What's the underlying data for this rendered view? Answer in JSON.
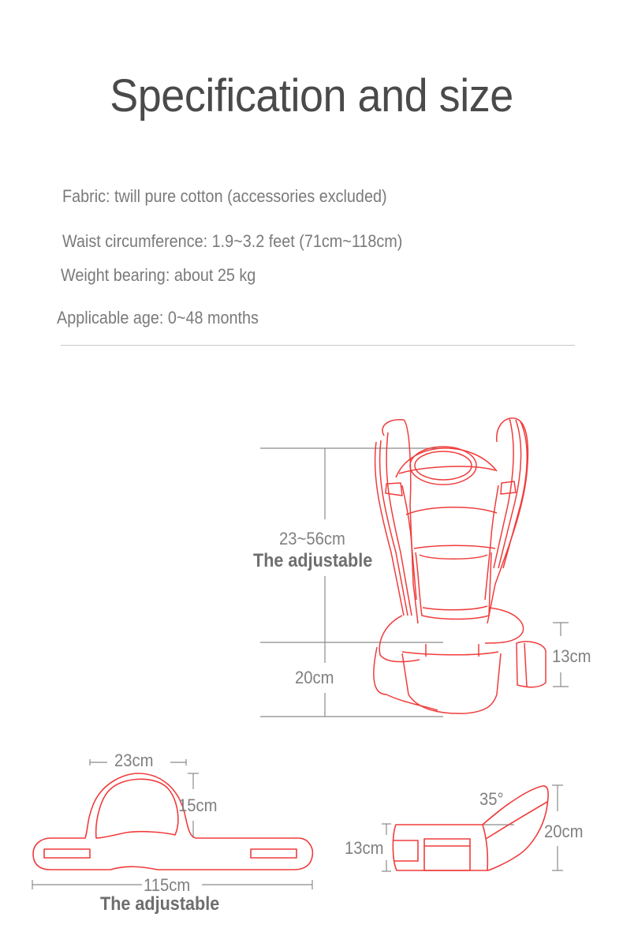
{
  "header": {
    "title": "Specification and size"
  },
  "specs": [
    {
      "label": "Fabric",
      "text": "Fabric: twill pure cotton (accessories excluded)"
    },
    {
      "label": "Waist circumference",
      "text": "Waist circumference: 1.9~3.2 feet (71cm~118cm)"
    },
    {
      "label": "Weight bearing",
      "text": "Weight bearing: about 25 kg"
    },
    {
      "label": "Applicable age",
      "text": "Applicable age: 0~48 months"
    }
  ],
  "carrier_diagram": {
    "height_range": "23~56cm",
    "height_note": "The adjustable",
    "seat_height": "20cm",
    "waist_belt_height": "13cm"
  },
  "waist_belt_diagram": {
    "arch_width": "23cm",
    "arch_height": "15cm",
    "belt_length": "115cm",
    "belt_note": "The adjustable"
  },
  "hip_seat_diagram": {
    "angle": "35°",
    "base_height": "13cm",
    "seat_height": "20cm"
  },
  "colors": {
    "title": "#4a4a4a",
    "text": "#7a7a7a",
    "outline": "#f03c3c",
    "dimension_line": "#8a8a8a",
    "divider": "#c8c8c8"
  }
}
